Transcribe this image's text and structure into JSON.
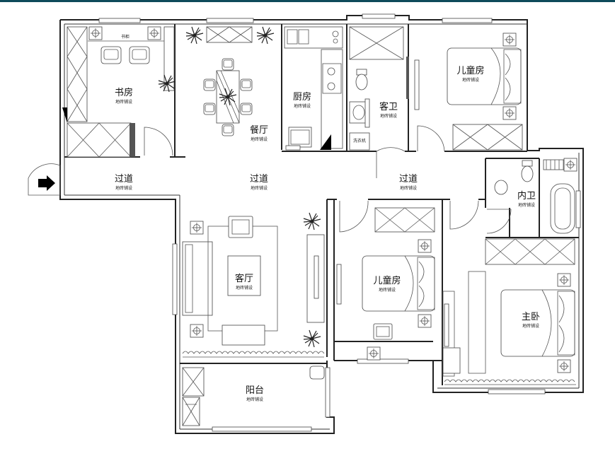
{
  "floor_note": "地砖铺设",
  "rooms": {
    "study": "书房",
    "dining": "餐厅",
    "kitchen": "厨房",
    "guest_bath": "客卫",
    "kids_room_1": "儿童房",
    "corridor_left": "过道",
    "corridor_mid": "过道",
    "corridor_right": "过道",
    "ensuite_bath": "内卫",
    "living": "客厅",
    "kids_room_2": "儿童房",
    "master": "主卧",
    "balcony": "阳台"
  },
  "labels": {
    "bookshelf": "书柜",
    "washer": "洗衣机"
  },
  "icons": {
    "entrance": "entrance-arrow-icon"
  }
}
